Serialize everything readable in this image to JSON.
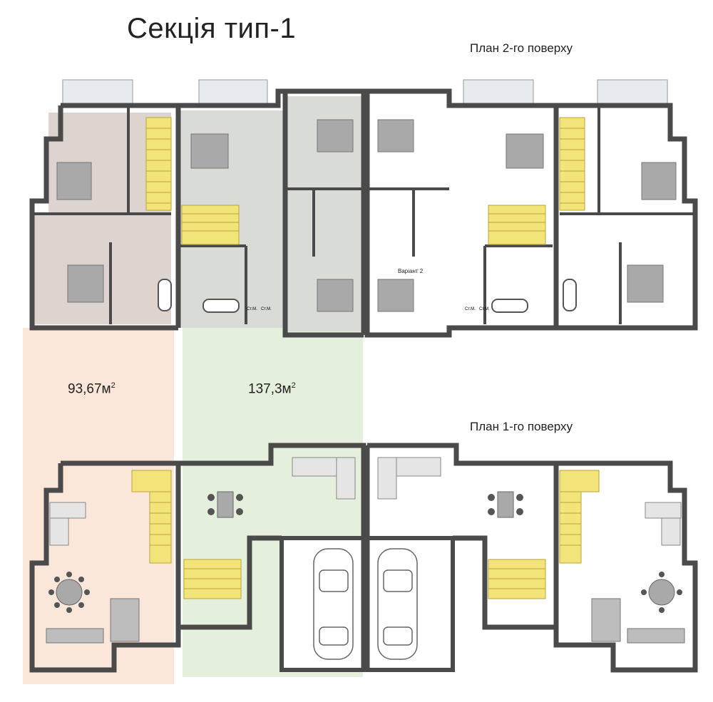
{
  "title": "Секція тип-1",
  "floor2": {
    "label": "План 2-го поверху",
    "variant_label": "Варіант 2"
  },
  "floor1": {
    "label": "План 1-го поверху"
  },
  "areas": {
    "left": {
      "value": "93,67м",
      "sup": "2",
      "color": "#fbe6da"
    },
    "center": {
      "value": "137,3м",
      "sup": "2",
      "color": "#e4efdc"
    }
  },
  "fixture_labels": [
    "Ст.М.",
    "Ст.М.",
    "Ст.М.",
    "Ст.М."
  ],
  "colors": {
    "wall": "#4a4a4a",
    "stair": "#f3e47a",
    "room_pink": "#ddd3cf",
    "room_grey": "#d8dbd6",
    "bed": "#a9a9a9",
    "window": "#e8ebee"
  }
}
